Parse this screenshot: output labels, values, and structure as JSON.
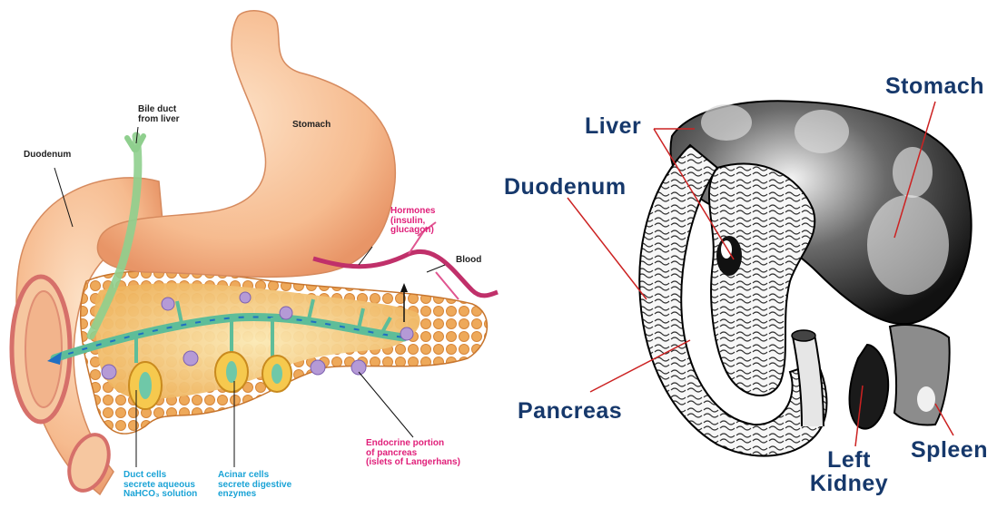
{
  "left_diagram": {
    "labels": {
      "bile_duct": "Bile duct\nfrom liver",
      "stomach": "Stomach",
      "duodenum": "Duodenum",
      "hormones": "Hormones\n(insulin,\nglucagon)",
      "blood": "Blood",
      "endocrine": "Endocrine portion\nof pancreas\n(islets of Langerhans)",
      "duct_cells": "Duct cells\nsecrete aqueous\nNaHCO₃ solution",
      "acinar_cells": "Acinar cells\nsecrete digestive\nenzymes"
    },
    "colors": {
      "organ": "#f4b98c",
      "pancreas": "#f0a860",
      "duct": "#6fc8a8",
      "label_blue": "#1aa3d6",
      "label_pink": "#e0207a"
    }
  },
  "right_diagram": {
    "labels": {
      "stomach": "Stomach",
      "liver": "Liver",
      "duodenum": "Duodenum",
      "pancreas": "Pancreas",
      "left_kidney": "Left\nKidney",
      "spleen": "Spleen"
    },
    "colors": {
      "label": "#16386b",
      "pointer": "#cc2222"
    }
  }
}
